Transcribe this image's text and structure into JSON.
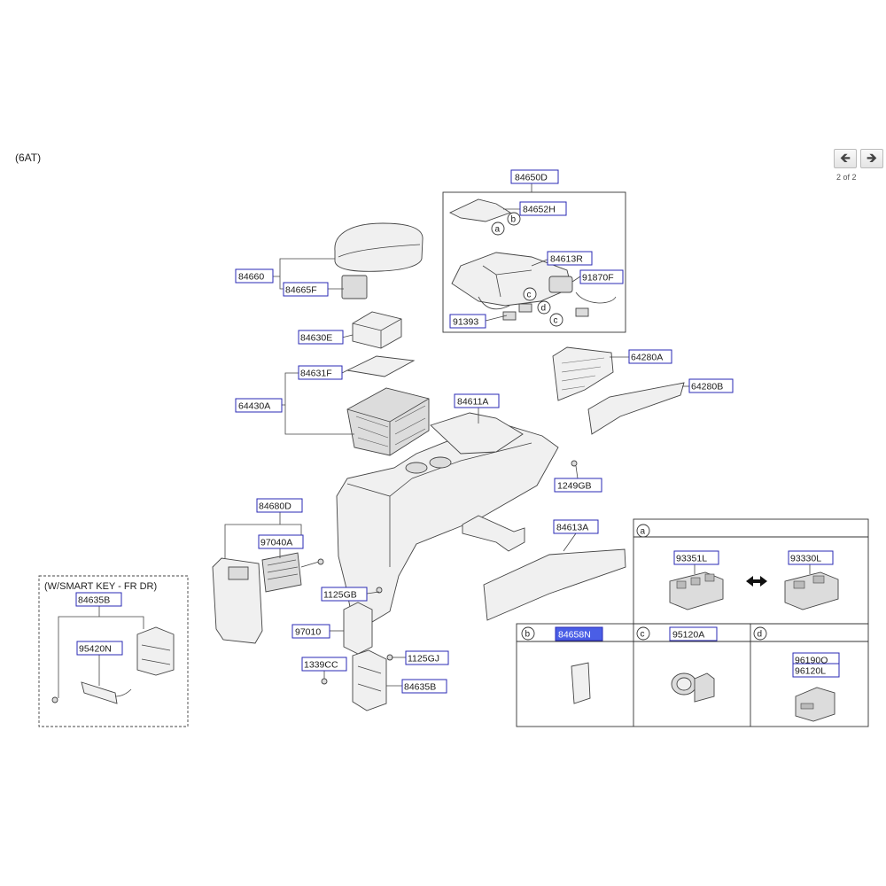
{
  "header": {
    "variant": "(6AT)",
    "page_indicator": "2 of 2",
    "prev_icon": "arrow-left-icon",
    "next_icon": "arrow-right-icon"
  },
  "group_title": "(W/SMART KEY - FR DR)",
  "callouts": {
    "a": "a",
    "b": "b",
    "c": "c",
    "d": "d"
  },
  "parts": {
    "p84650D": "84650D",
    "p84652H": "84652H",
    "p84613R": "84613R",
    "p91870F": "91870F",
    "p91393": "91393",
    "p84660": "84660",
    "p84665F": "84665F",
    "p84630E": "84630E",
    "p84631F": "84631F",
    "p64430A": "64430A",
    "p64280A": "64280A",
    "p64280B": "64280B",
    "p84611A": "84611A",
    "p1249GB": "1249GB",
    "p84680D": "84680D",
    "p97040A": "97040A",
    "p84613A": "84613A",
    "p1125GB": "1125GB",
    "p97010": "97010",
    "p1339CC": "1339CC",
    "p1125GJ": "1125GJ",
    "p84635B_main": "84635B",
    "p84635B_kit": "84635B",
    "p95420N": "95420N",
    "p93351L": "93351L",
    "p93330L": "93330L",
    "p84658N": "84658N",
    "p95120A": "95120A",
    "p96190Q": "96190Q",
    "p96120L": "96120L"
  },
  "colors": {
    "label_border": "#2a2ab4",
    "highlight": "#4a5ee6"
  }
}
